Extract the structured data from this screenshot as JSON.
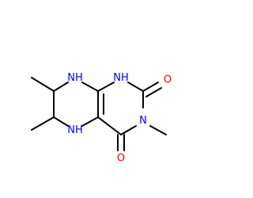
{
  "molecule": {
    "atoms": {
      "n8": {
        "symbol": "N",
        "hydrogen": "H",
        "color": "#0000ff"
      },
      "n1": {
        "symbol": "N",
        "hydrogen": "H",
        "color": "#0000ff"
      },
      "n3": {
        "symbol": "N",
        "hydrogen": "",
        "color": "#0000ff"
      },
      "n5": {
        "symbol": "N",
        "hydrogen": "H",
        "color": "#0000ff"
      },
      "o2": {
        "symbol": "O",
        "hydrogen": "",
        "color": "#ff0000"
      },
      "o4": {
        "symbol": "O",
        "hydrogen": "",
        "color": "#ff0000"
      }
    },
    "bond_color": "#000000"
  }
}
